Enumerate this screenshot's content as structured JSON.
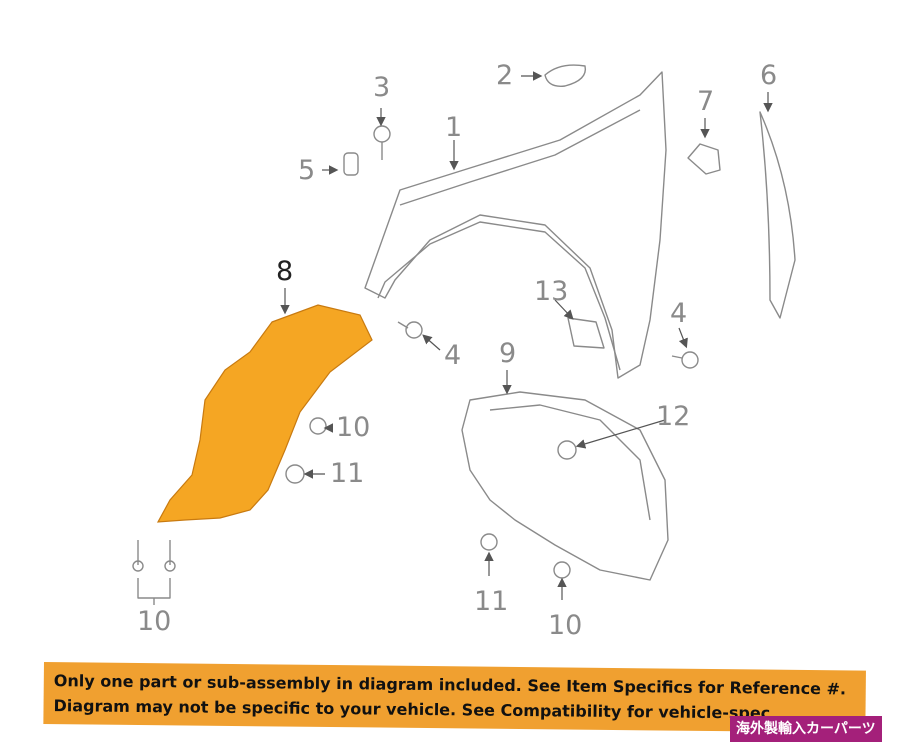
{
  "diagram": {
    "callouts": {
      "c1": "1",
      "c2": "2",
      "c3": "3",
      "c4a": "4",
      "c4b": "4",
      "c5": "5",
      "c6": "6",
      "c7": "7",
      "c8": "8",
      "c9": "9",
      "c10a": "10",
      "c10b": "10",
      "c10c": "10",
      "c11a": "11",
      "c11b": "11",
      "c12": "12",
      "c13": "13"
    },
    "highlight_color": "#f5a623"
  },
  "banner": {
    "line1": "Only one part or sub-assembly in diagram included. See Item Specifics for Reference #.",
    "line2": "Diagram may not be specific to your vehicle. See Compatibility for vehicle-spec",
    "color": "#f0a030"
  },
  "shop_label": {
    "text": "海外製輸入カーパーツ",
    "color": "#a4207a"
  }
}
